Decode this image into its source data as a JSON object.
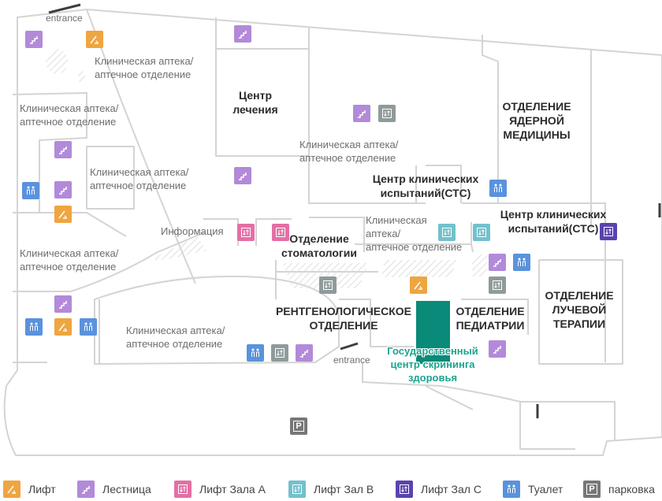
{
  "map": {
    "entrance_top": "entrance",
    "entrance_mid": "entrance",
    "labels": {
      "pharmacy_1": "Клиническая аптека/\nаптечное отделение",
      "pharmacy_2": "Клиническая аптека/\nаптечное отделение",
      "pharmacy_3": "Клиническая аптека/\nаптечное отделение",
      "pharmacy_4": "Клиническая аптека/\nаптечное отделение",
      "pharmacy_5": "Клиническая аптека/\nаптечное отделение",
      "pharmacy_6": "Клиническая\nаптека/\nаптечное отделение",
      "pharmacy_7": "Клиническая аптека/\nаптечное отделение",
      "treatment_center": "Центр\nлечения",
      "nuclear_medicine": "ОТДЕЛЕНИЕ\nЯДЕРНОЙ\nМЕДИЦИНЫ",
      "ctc_1": "Центр клинических\nиспытаний(СТС)",
      "ctc_2": "Центр клинических\nиспытаний(СТС)",
      "information": "Информация",
      "dentistry": "Отделение\nстоматологии",
      "radiology": "РЕНТГЕНОЛОГИЧЕСКОЕ\nОТДЕЛЕНИЕ",
      "pediatrics": "ОТДЕЛЕНИЕ\nПЕДИАТРИИ",
      "radiation_therapy": "ОТДЕЛЕНИЕ\nЛУЧЕВОЙ\nТЕРАПИИ",
      "screening_center": "Государственный\nцентр скрининга\nздоровья"
    },
    "colors": {
      "accent_teal": "#0a8a78",
      "wall": "#cfcfcf",
      "text_gray": "#6d6d6d"
    }
  },
  "legend": [
    {
      "type": "lift",
      "icon": "lift-icon",
      "label": "Лифт"
    },
    {
      "type": "stair",
      "icon": "stairs-icon",
      "label": "Лестница"
    },
    {
      "type": "liftA",
      "icon": "lift-hall-a-icon",
      "label": "Лифт Зала А"
    },
    {
      "type": "liftB",
      "icon": "lift-hall-b-icon",
      "label": "Лифт Зал B"
    },
    {
      "type": "liftC",
      "icon": "lift-hall-c-icon",
      "label": "Лифт Зал C"
    },
    {
      "type": "toilet",
      "icon": "toilet-icon",
      "label": "Туалет"
    },
    {
      "type": "park",
      "icon": "parking-icon",
      "label": "парковка"
    }
  ],
  "parking_symbol": "P"
}
